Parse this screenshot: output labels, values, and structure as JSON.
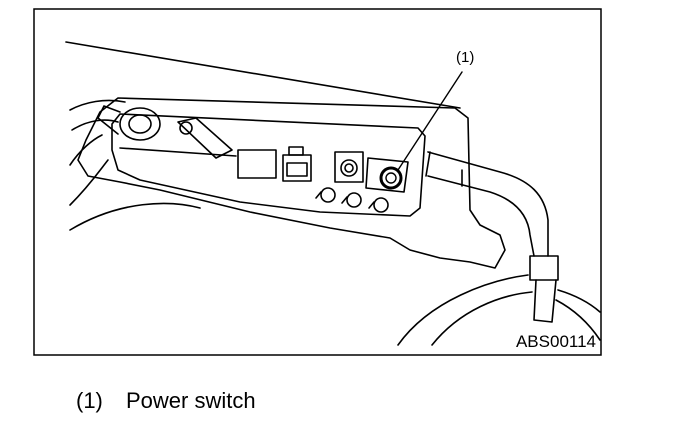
{
  "figure": {
    "callout_marker": "(1)",
    "reference_code": "ABS00114"
  },
  "legend": [
    {
      "number": "(1)",
      "label": "Power switch"
    }
  ]
}
